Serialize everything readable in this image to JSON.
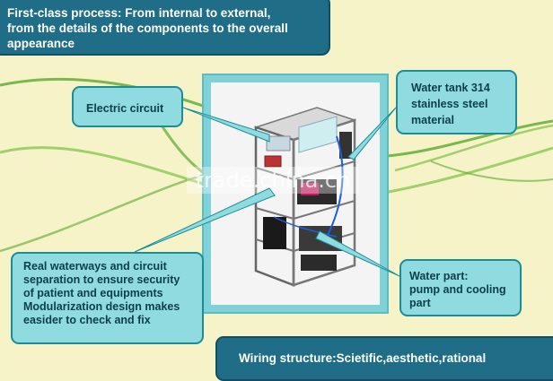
{
  "title_box": {
    "line1": "First-class process: From internal to external,",
    "line2": "from the details of the components to the overall",
    "line3": "appearance"
  },
  "callouts": {
    "electric": {
      "line1": "Electric circuit"
    },
    "water_tank": {
      "line1": "Water tank 314",
      "line2": "stainless steel",
      "line3": "material"
    },
    "waterways": {
      "line1": "Real waterways and circuit",
      "line2": "separation to ensure security",
      "line3": "of patient and equipments",
      "line4": "Modularization design makes",
      "line5": "easider to check and fix"
    },
    "water_part": {
      "line1": "Water part:",
      "line2": "pump and cooling",
      "line3": "part"
    }
  },
  "bottom_bar": {
    "text": "Wiring structure:Scietific,aesthetic,rational"
  },
  "watermark": {
    "text": "trade.china.cn"
  },
  "colors": {
    "background": "#f7f3c9",
    "title_fill": "#1f6d86",
    "callout_fill": "#8fdbe0",
    "callout_border": "#1b8d97",
    "curve_green": "#5aa92f"
  }
}
